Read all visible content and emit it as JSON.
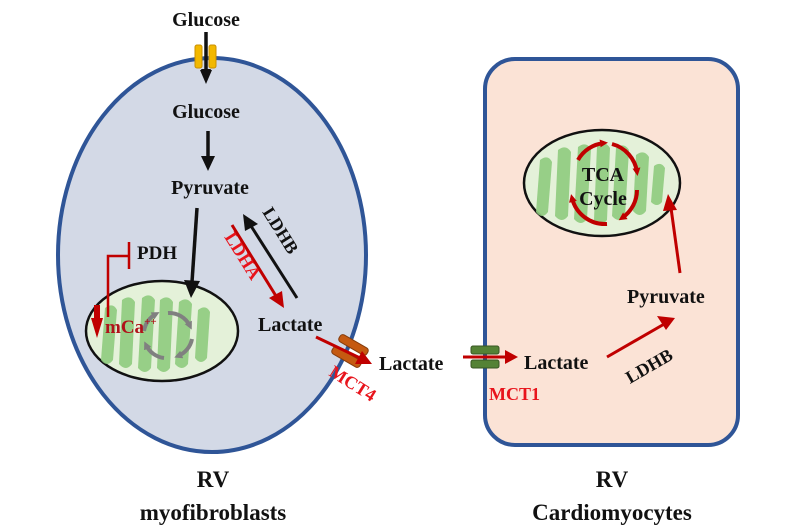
{
  "colors": {
    "cell_left_fill": "#d3d9e6",
    "cell_right_fill": "#fbe3d6",
    "cell_border": "#2f5597",
    "mito_fill": "#e4f1d9",
    "mito_cristae": "#8fcc7f",
    "arrow_black": "#111111",
    "arrow_red": "#c00000",
    "label_red": "#e8141c",
    "glut_transporter": "#f2b800",
    "mct4_transporter": "#c55a11",
    "mct1_transporter": "#548235",
    "cycle_grey": "#808080"
  },
  "left_cell": {
    "glucose_outside": "Glucose",
    "glucose_inside": "Glucose",
    "pyruvate": "Pyruvate",
    "pdh": "PDH",
    "mca_prefix": "mCa",
    "mca_superscript": "++",
    "ldhb": "LDHB",
    "ldha": "LDHA",
    "lactate": "Lactate",
    "transporter": "MCT4",
    "caption_line1": "RV",
    "caption_line2": "myofibroblasts"
  },
  "extracellular": {
    "lactate": "Lactate"
  },
  "right_cell": {
    "transporter": "MCT1",
    "lactate": "Lactate",
    "ldhb": "LDHB",
    "pyruvate": "Pyruvate",
    "tca_line1": "TCA",
    "tca_line2": "Cycle",
    "caption_line1": "RV",
    "caption_line2": "Cardiomyocytes"
  }
}
